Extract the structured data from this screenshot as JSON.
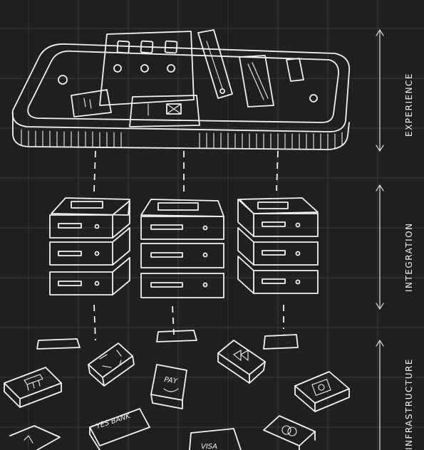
{
  "layers": [
    {
      "label": "EXPERIENCE"
    },
    {
      "label": "INTEGRATION"
    },
    {
      "label": "INFRASTRUCTURE"
    }
  ],
  "tiles": {
    "pay_label": "PAY",
    "yesbank_label": "YES BANK",
    "visa_label": "VISA"
  },
  "colors": {
    "background": "#1f1f1f",
    "ink": "#f2f2f2",
    "grid": "#3a3a3a"
  },
  "icons": [
    "bank-icon",
    "scan-icon",
    "pay-icon",
    "rewind-icon",
    "card-icon",
    "bank-card-icon",
    "mastercard-icon",
    "mail-icon"
  ]
}
